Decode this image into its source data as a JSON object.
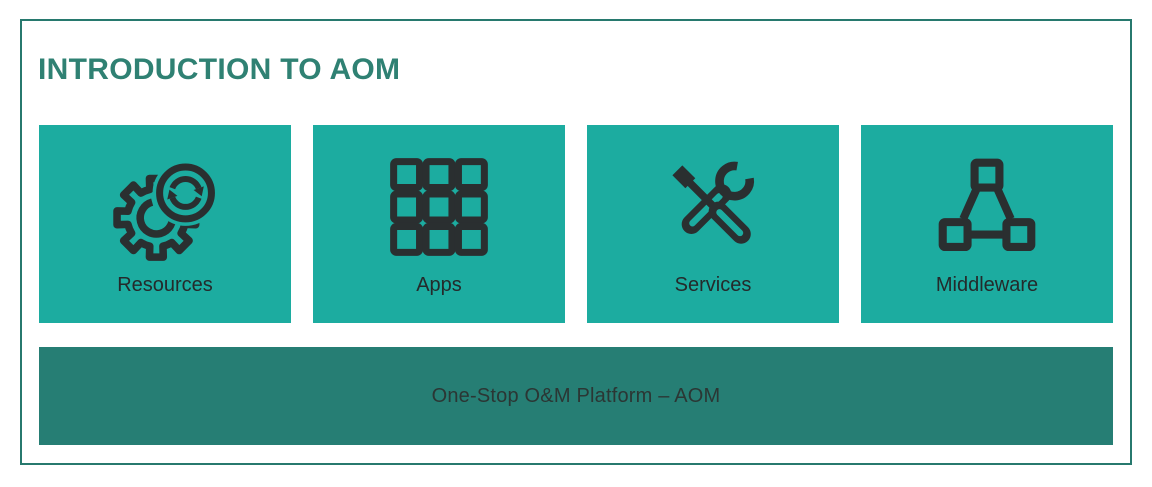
{
  "header": {
    "title": "INTRODUCTION TO AOM"
  },
  "cards": [
    {
      "label": "Resources",
      "icon": "gear-sync-icon"
    },
    {
      "label": "Apps",
      "icon": "app-grid-icon"
    },
    {
      "label": "Services",
      "icon": "wrench-screwdriver-icon"
    },
    {
      "label": "Middleware",
      "icon": "topology-icon"
    }
  ],
  "banner": {
    "label": "One-Stop O&M Platform – AOM"
  },
  "colors": {
    "card_bg": "#1caca0",
    "banner_bg": "#267e74",
    "frame_border": "#27796e",
    "title_text": "#2f8173",
    "label_text": "#242a2b",
    "banner_text": "#2b3634",
    "icon_stroke": "#2a2f30",
    "page_bg": "#ffffff"
  }
}
